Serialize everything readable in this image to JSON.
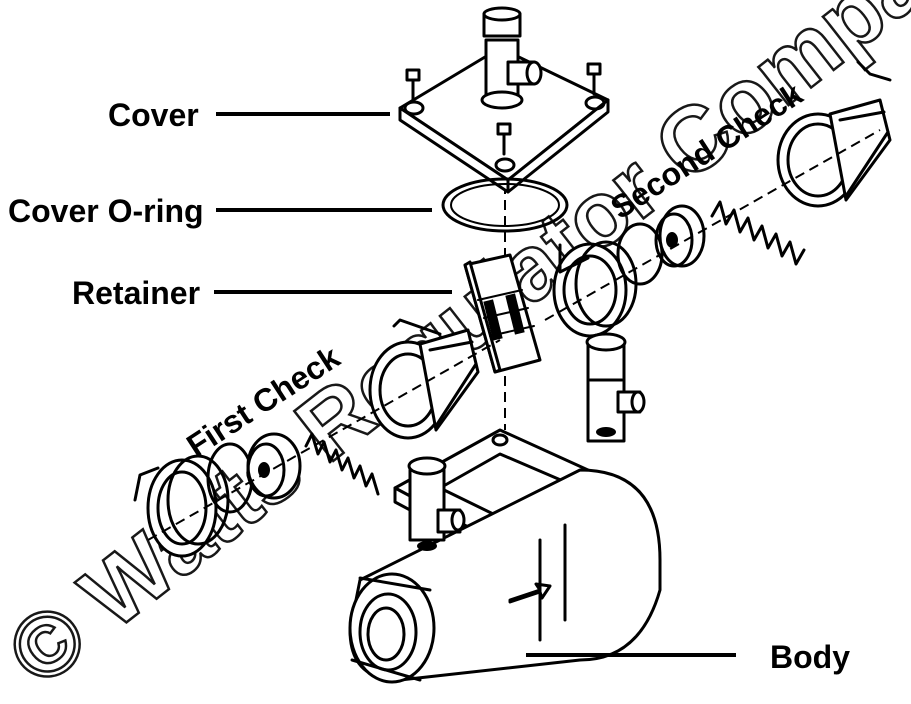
{
  "labels": {
    "cover": "Cover",
    "cover_oring": "Cover O-ring",
    "retainer": "Retainer",
    "first_check": "First Check",
    "second_check": "Second Check",
    "body": "Body"
  },
  "watermark": "© Watts Regulator Company"
}
